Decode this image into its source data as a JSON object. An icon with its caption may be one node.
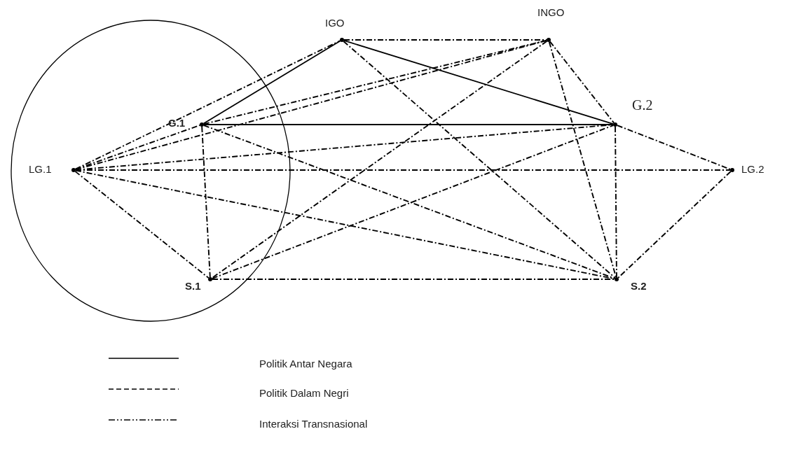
{
  "diagram": {
    "nodes": [
      {
        "text": [],
        "shape": "circle"
      },
      {
        "text": [],
        "shape": "point",
        "beside": [
          "IGO"
        ]
      },
      {
        "text": [],
        "shape": "point",
        "beside": [
          "INGO"
        ]
      },
      {
        "text": [],
        "shape": "point",
        "beside": [
          "G.1"
        ],
        "in": 0
      },
      {
        "text": [],
        "shape": "point",
        "beside": [
          "G.2"
        ]
      },
      {
        "text": [],
        "shape": "point",
        "beside": [
          "LG.1"
        ],
        "in": 0
      },
      {
        "text": [],
        "shape": "point",
        "beside": [
          "LG.2"
        ]
      },
      {
        "text": [],
        "shape": "point",
        "beside": [
          "S.1"
        ],
        "in": 0
      },
      {
        "text": [],
        "shape": "point",
        "beside": [
          "S.2"
        ]
      }
    ],
    "edges": [
      {
        "from": 1,
        "to": 2,
        "arrow": "none",
        "style": "dashed"
      },
      {
        "from": 3,
        "to": 1,
        "arrow": "none"
      },
      {
        "from": 1,
        "to": 4,
        "arrow": "none"
      },
      {
        "from": 3,
        "to": 4,
        "arrow": "none"
      },
      {
        "from": 5,
        "to": 1,
        "arrow": "none",
        "style": "dashed"
      },
      {
        "from": 5,
        "to": 3,
        "arrow": "none",
        "style": "dashed"
      },
      {
        "from": 5,
        "to": 2,
        "arrow": "none",
        "style": "dashed"
      },
      {
        "from": 5,
        "to": 4,
        "arrow": "none",
        "style": "dashed"
      },
      {
        "from": 5,
        "to": 6,
        "arrow": "none",
        "style": "dashed"
      },
      {
        "from": 5,
        "to": 8,
        "arrow": "none",
        "style": "dashed"
      },
      {
        "from": 5,
        "to": 7,
        "arrow": "none",
        "style": "dashed"
      },
      {
        "from": 3,
        "to": 7,
        "arrow": "none",
        "style": "dashed"
      },
      {
        "from": 3,
        "to": 8,
        "arrow": "none",
        "style": "dashed"
      },
      {
        "from": 3,
        "to": 2,
        "arrow": "none",
        "style": "dashed"
      },
      {
        "from": 1,
        "to": 8,
        "arrow": "none",
        "style": "dashed"
      },
      {
        "from": 2,
        "to": 7,
        "arrow": "none",
        "style": "dashed"
      },
      {
        "from": 2,
        "to": 4,
        "arrow": "none",
        "style": "dashed"
      },
      {
        "from": 2,
        "to": 8,
        "arrow": "none",
        "style": "dashed"
      },
      {
        "from": 4,
        "to": 8,
        "arrow": "none",
        "style": "dashed"
      },
      {
        "from": 4,
        "to": 6,
        "arrow": "none",
        "style": "dashed"
      },
      {
        "from": 6,
        "to": 8,
        "arrow": "none",
        "style": "dashed"
      },
      {
        "from": 7,
        "to": 8,
        "arrow": "none",
        "style": "dashed"
      },
      {
        "from": 7,
        "to": 4,
        "arrow": "none",
        "style": "dashed"
      }
    ],
    "legend": [
      {
        "text": "Politik Antar Negara"
      },
      {
        "text": "Politik Dalam Negri"
      },
      {
        "text": "Interaksi Transnasional"
      }
    ]
  }
}
